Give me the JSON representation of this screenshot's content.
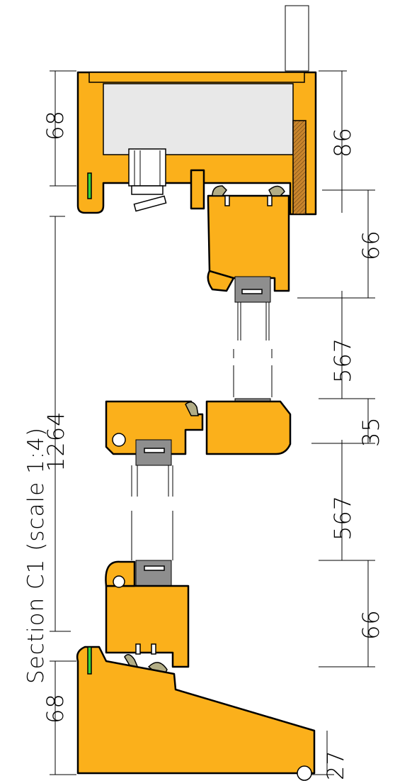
{
  "title": "Section C1 (scale 1:4)",
  "dimensions": {
    "d68_top": "68",
    "d86": "86",
    "d66_top": "66",
    "d567_top": "567",
    "d35": "35",
    "d1264": "1264",
    "d567_bottom": "567",
    "d66_bottom": "66",
    "d68_bottom": "68",
    "d27": "27"
  },
  "colors": {
    "wood": "#FBB01B",
    "glass": "#e8e8e8",
    "gasket": "#8e8e8e",
    "seal": "#b2ad86",
    "weatherstrip": "#33d43b",
    "hatch": "#a0691e"
  }
}
